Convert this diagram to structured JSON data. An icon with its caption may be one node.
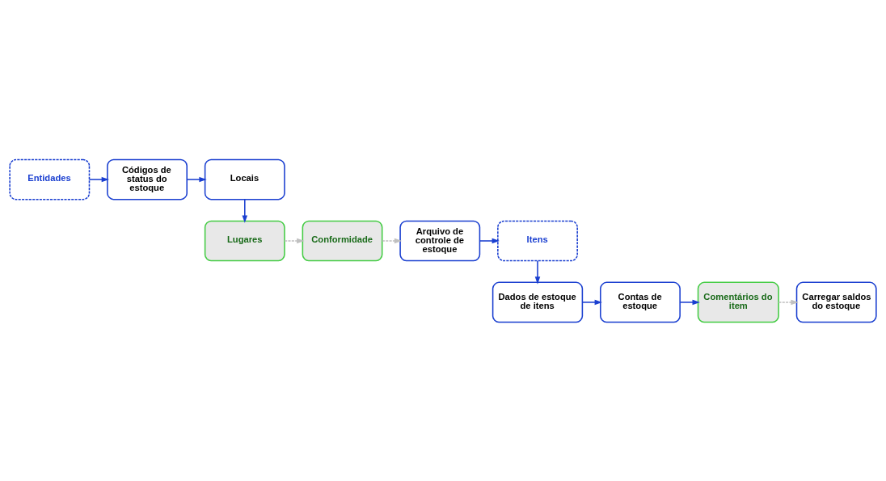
{
  "diagram": {
    "nodes": [
      {
        "text": [
          "Entidades"
        ]
      },
      {
        "text": [
          "Códigos de status do estoque"
        ]
      },
      {
        "text": [
          "Locais"
        ]
      },
      {
        "text": [
          "Lugares"
        ]
      },
      {
        "text": [
          "Conformidade"
        ]
      },
      {
        "text": [
          "Arquivo de controle de estoque"
        ]
      },
      {
        "text": [
          "Itens"
        ]
      },
      {
        "text": [
          "Dados de estoque de itens"
        ]
      },
      {
        "text": [
          "Contas de estoque"
        ]
      },
      {
        "text": [
          "Comentários do item"
        ]
      },
      {
        "text": [
          "Carregar saldos do estoque"
        ]
      }
    ],
    "edges": [
      {
        "from": 0,
        "to": 1,
        "arrow": "to"
      },
      {
        "from": 1,
        "to": 2,
        "arrow": "to"
      },
      {
        "from": 2,
        "to": 3,
        "arrow": "to"
      },
      {
        "from": 3,
        "to": 4,
        "arrow": "to",
        "style": "dashed",
        "color": "#c0c0c0"
      },
      {
        "from": 4,
        "to": 5,
        "arrow": "to",
        "style": "dashed",
        "color": "#c0c0c0"
      },
      {
        "from": 5,
        "to": 6,
        "arrow": "to"
      },
      {
        "from": 6,
        "to": 7,
        "arrow": "to"
      },
      {
        "from": 7,
        "to": 8,
        "arrow": "to"
      },
      {
        "from": 8,
        "to": 9,
        "arrow": "to"
      },
      {
        "from": 9,
        "to": 10,
        "arrow": "to",
        "style": "dashed",
        "color": "#c0c0c0"
      }
    ]
  }
}
